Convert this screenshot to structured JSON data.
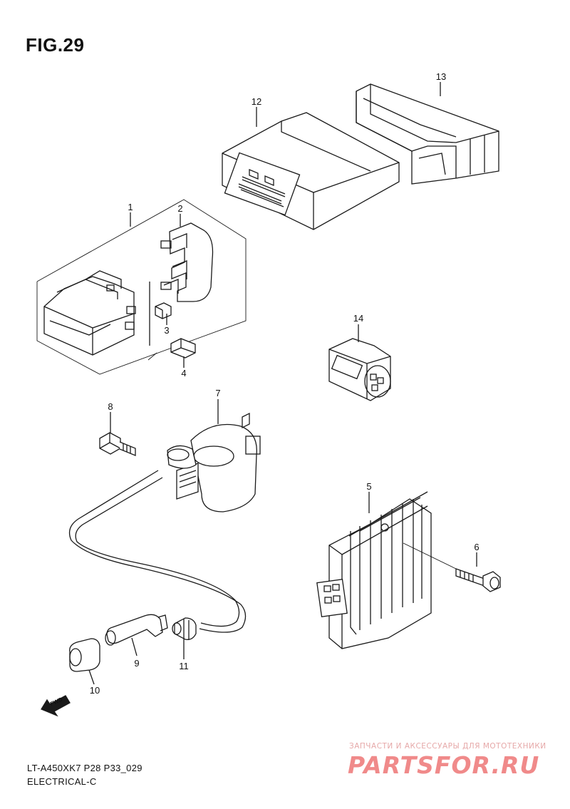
{
  "figure": {
    "title": "FIG.29"
  },
  "callouts": [
    "1",
    "2",
    "3",
    "4",
    "5",
    "6",
    "7",
    "8",
    "9",
    "10",
    "11",
    "12",
    "13",
    "14"
  ],
  "footer": {
    "code": "LT-A450XK7 P28 P33_029",
    "section": "ELECTRICAL-C"
  },
  "watermark": {
    "tagline": "ЗАПЧАСТИ И АКСЕССУАРЫ ДЛЯ МОТОТЕХНИКИ",
    "brand": "PARTSFOR.RU"
  },
  "direction_arrow": {
    "label": "FWD",
    "icon": "fwd-arrow-icon"
  }
}
